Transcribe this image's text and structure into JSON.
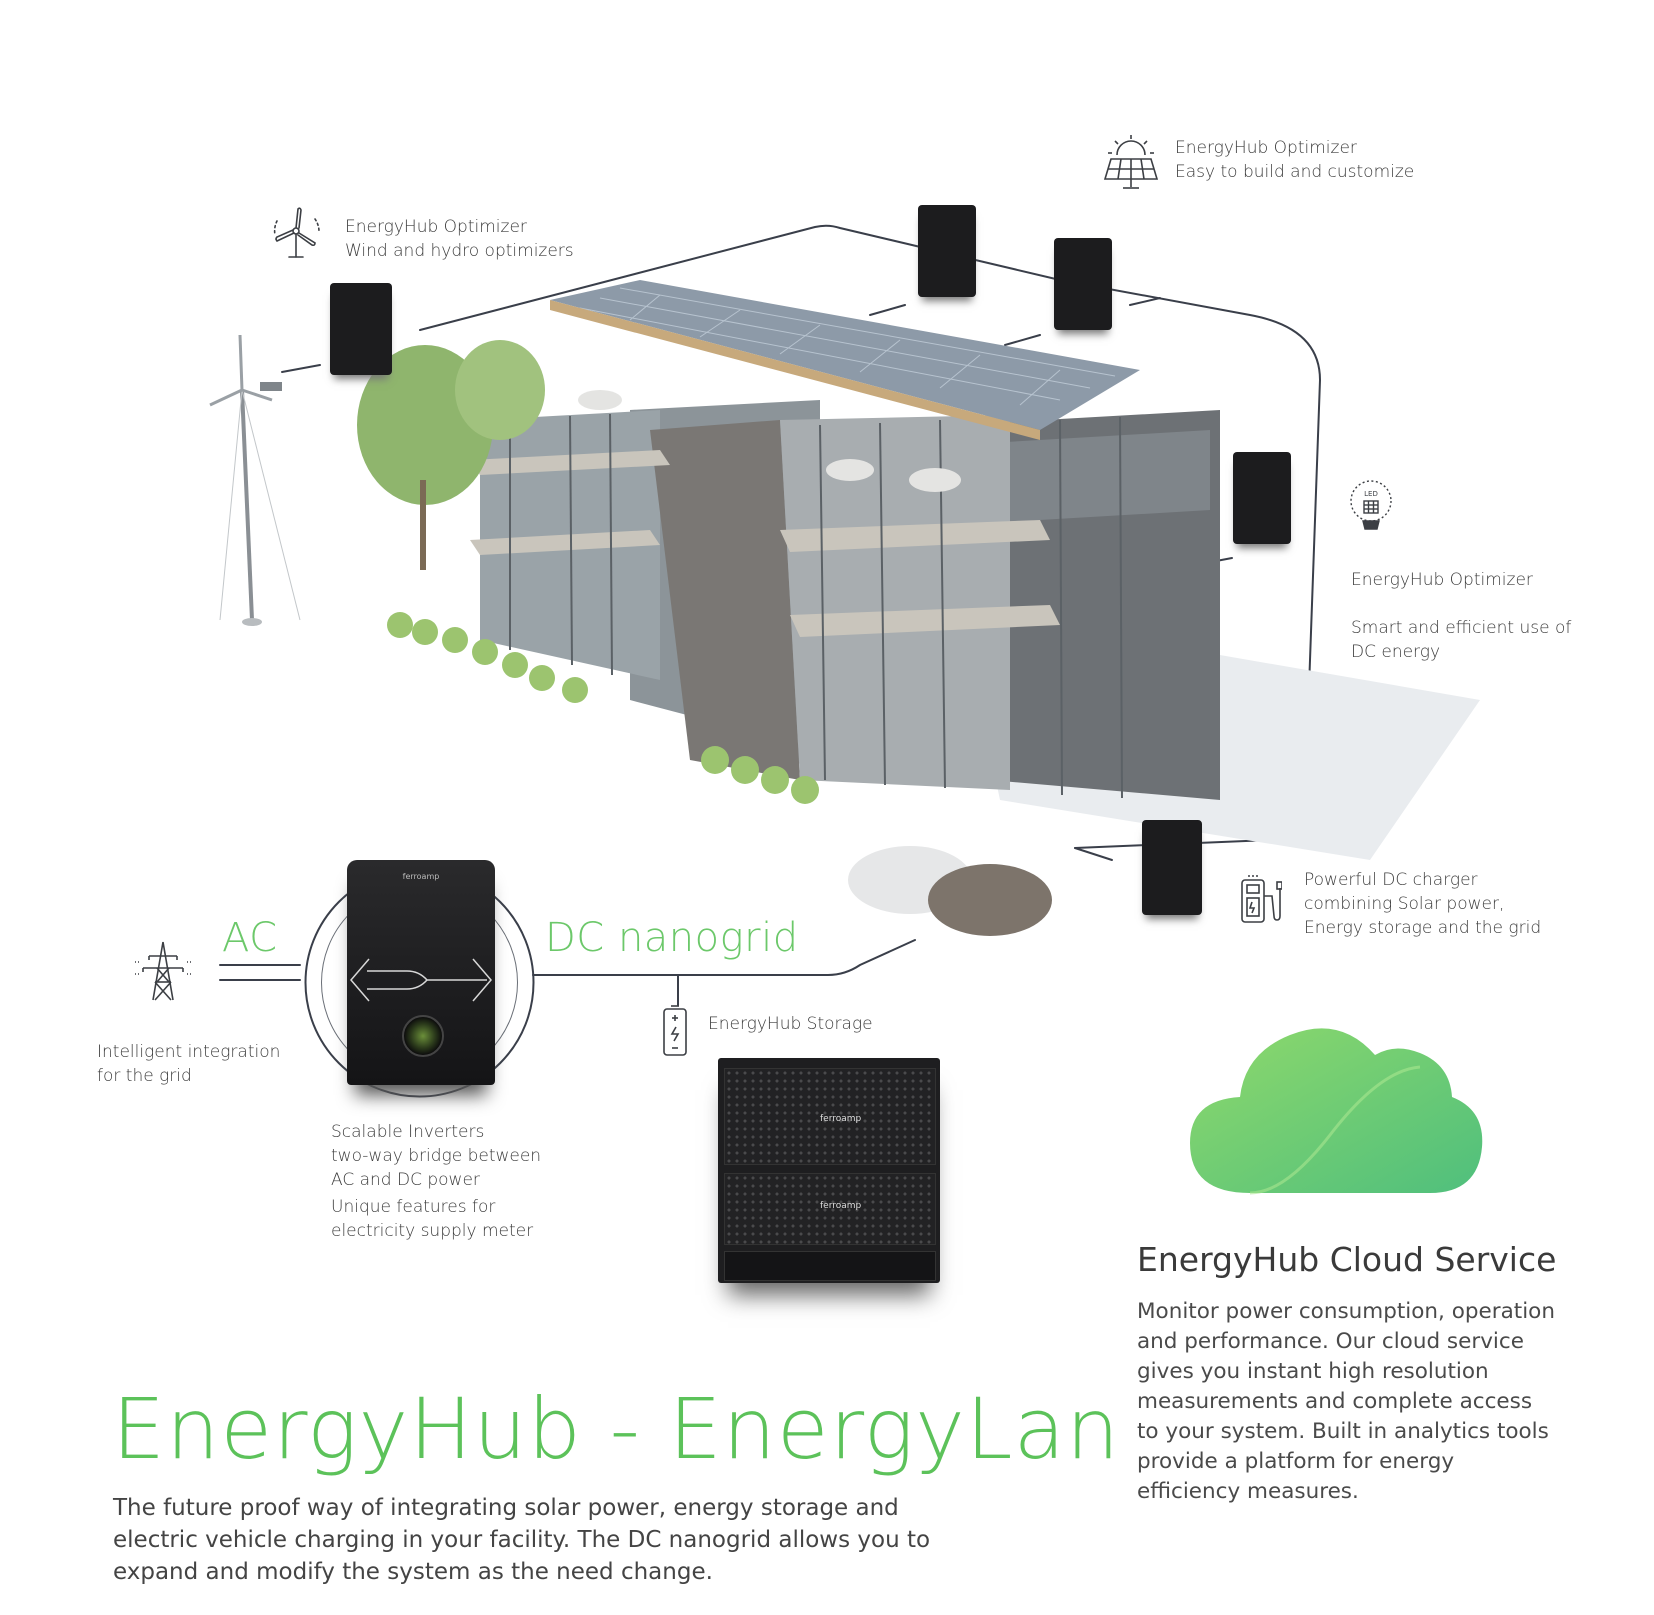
{
  "labels": {
    "solar": {
      "title": "EnergyHub Optimizer",
      "subtitle": "Easy to build and customize"
    },
    "wind": {
      "title": "EnergyHub Optimizer",
      "subtitle": "Wind and hydro optimizers"
    },
    "led": {
      "title": "EnergyHub Optimizer",
      "subtitle": "Smart and efficient use of\nDC energy",
      "icon_text": "LED"
    },
    "charger": {
      "lines": "Powerful DC charger\ncombining Solar power,\nEnergy storage and the grid"
    },
    "grid": {
      "lines": "Intelligent integration\nfor the grid"
    },
    "inverter": {
      "lines": "Scalable Inverters\ntwo-way bridge between\nAC and DC power",
      "extra": "Unique features for\nelectricity supply meter",
      "brand": "ferroamp"
    },
    "storage": {
      "title": "EnergyHub Storage",
      "brand": "ferroamp"
    }
  },
  "ac_label": "AC",
  "dc_label": "DC nanogrid",
  "headline": "EnergyHub - EnergyLan",
  "intro": "The future proof way of integrating solar power, energy storage and electric vehicle charging in your facility. The DC nanogrid allows you to expand and modify the system as the need change.",
  "cloud": {
    "title": "EnergyHub Cloud Service",
    "description": "Monitor power consumption, operation and performance. Our cloud service gives you instant high resolution measurements and complete access to your system. Built in analytics tools provide a platform for energy efficiency measures."
  },
  "colors": {
    "accent_green": "#5cc25a",
    "device_black": "#1c1c1e",
    "line": "#3a3f4a"
  }
}
